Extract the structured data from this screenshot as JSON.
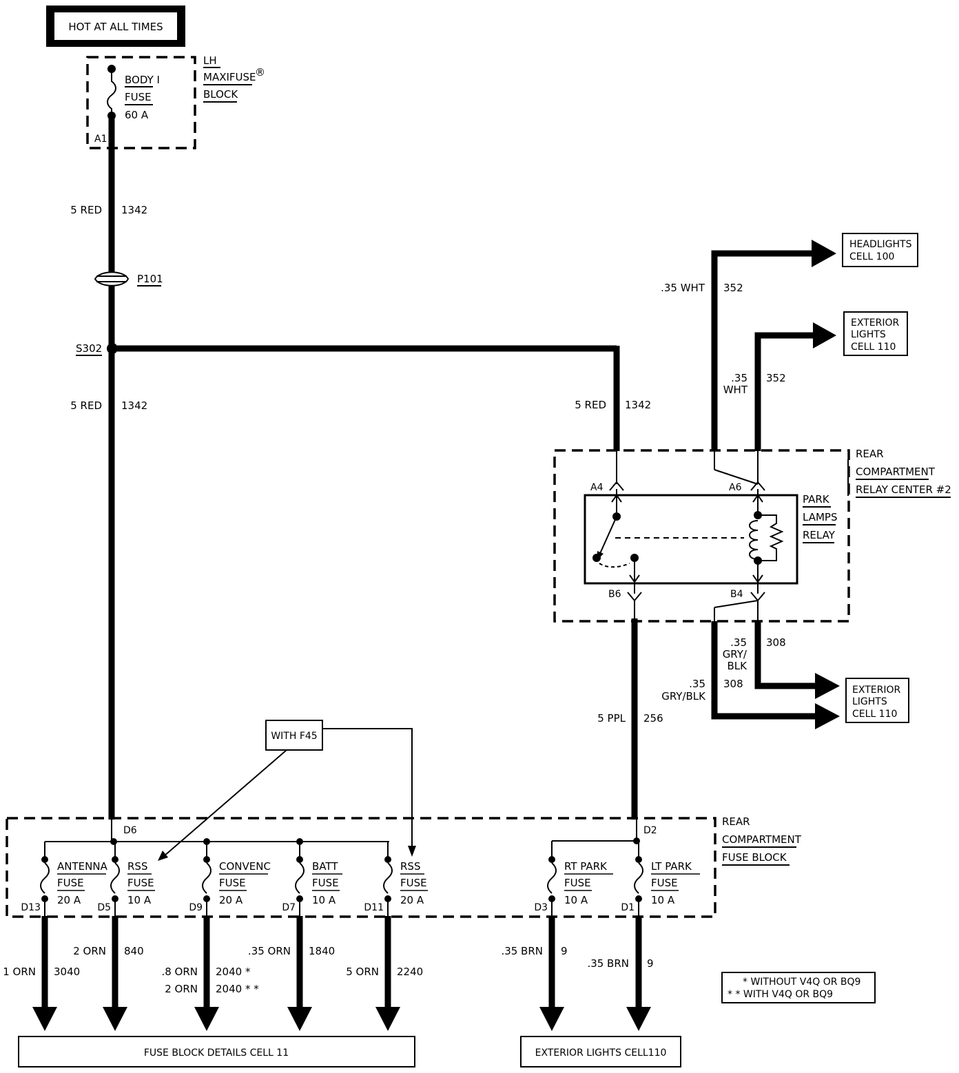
{
  "top_label": "HOT AT ALL TIMES",
  "maxifuse_block": {
    "l1": "LH",
    "l2": "MAXIFUSE",
    "reg": "®",
    "l3": "BLOCK",
    "fuse_l1": "BODY I",
    "fuse_l2": "FUSE",
    "fuse_l3": "60 A",
    "pin": "A1"
  },
  "wires": {
    "w1_gauge": "5 RED",
    "w1_num": "1342",
    "connector": "P101",
    "splice": "S302",
    "w2_gauge": "5 RED",
    "w2_num": "1342",
    "w3_gauge": "5 RED",
    "w3_num": "1342",
    "w_wht1_gauge": ".35 WHT",
    "w_wht1_num": "352",
    "w_wht2_g1": ".35",
    "w_wht2_g2": "WHT",
    "w_wht2_num": "352",
    "w_gry1_g1": ".35",
    "w_gry1_g2": "GRY/",
    "w_gry1_g3": "BLK",
    "w_gry1_num": "308",
    "w_gry2_g1": ".35",
    "w_gry2_g2": "GRY/BLK",
    "w_gry2_num": "308",
    "w_ppl_gauge": "5 PPL",
    "w_ppl_num": "256"
  },
  "destinations": {
    "headlights_l1": "HEADLIGHTS",
    "headlights_l2": "CELL 100",
    "ext1_l1": "EXTERIOR",
    "ext1_l2": "LIGHTS",
    "ext1_l3": "CELL 110",
    "ext2_l1": "EXTERIOR",
    "ext2_l2": "LIGHTS",
    "ext2_l3": "CELL 110",
    "fuse_block_details": "FUSE BLOCK DETAILS CELL 11",
    "exterior_lights": "EXTERIOR LIGHTS CELL110"
  },
  "relay_center": {
    "l1": "REAR",
    "l2": "COMPARTMENT",
    "l3": "RELAY CENTER #2",
    "relay_l1": "PARK",
    "relay_l2": "LAMPS",
    "relay_l3": "RELAY",
    "pin_a4": "A4",
    "pin_a6": "A6",
    "pin_b6": "B6",
    "pin_b4": "B4"
  },
  "with_f45": "WITH F45",
  "fuse_block": {
    "l1": "REAR",
    "l2": "COMPARTMENT",
    "l3": "FUSE BLOCK",
    "pin_d6": "D6",
    "pin_d2": "D2",
    "fuses": [
      {
        "name": "ANTENNA",
        "type": "FUSE",
        "amps": "20 A",
        "pin": "D13"
      },
      {
        "name": "RSS",
        "type": "FUSE",
        "amps": "10 A",
        "pin": "D5"
      },
      {
        "name": "CONVENC",
        "type": "FUSE",
        "amps": "20 A",
        "pin": "D9"
      },
      {
        "name": "BATT",
        "type": "FUSE",
        "amps": "10 A",
        "pin": "D7"
      },
      {
        "name": "RSS",
        "type": "FUSE",
        "amps": "20 A",
        "pin": "D11"
      },
      {
        "name": "RT PARK",
        "type": "FUSE",
        "amps": "10 A",
        "pin": "D3"
      },
      {
        "name": "LT PARK",
        "type": "FUSE",
        "amps": "10 A",
        "pin": "D1"
      }
    ]
  },
  "outputs": {
    "o1_gauge": "1 ORN",
    "o1_num": "3040",
    "o2_gauge": "2 ORN",
    "o2_num": "840",
    "o3a_gauge": ".8 ORN",
    "o3a_num": "2040 *",
    "o3b_gauge": "2 ORN",
    "o3b_num": "2040 * *",
    "o4_gauge": ".35 ORN",
    "o4_num": "1840",
    "o5_gauge": "5 ORN",
    "o5_num": "2240",
    "o6_gauge": ".35 BRN",
    "o6_num": "9",
    "o7_gauge": ".35 BRN",
    "o7_num": "9"
  },
  "legend": {
    "l1": "* WITHOUT V4Q OR BQ9",
    "l2": "* * WITH V4Q OR BQ9"
  }
}
